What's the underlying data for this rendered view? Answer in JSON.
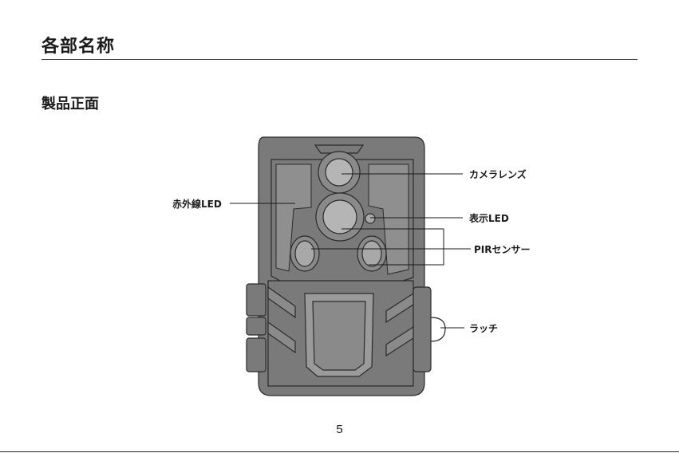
{
  "page": {
    "title": "各部名称",
    "section_title": "製品正面",
    "page_number": "5"
  },
  "callouts": {
    "camera_lens": "カメラレンズ",
    "ir_led": "赤外線LED",
    "indicator_led": "表示LED",
    "pir_sensor": "PIRセンサー",
    "latch": "ラッチ"
  },
  "colors": {
    "body_fill": "#7a7a7a",
    "line": "#2a2a2a"
  }
}
